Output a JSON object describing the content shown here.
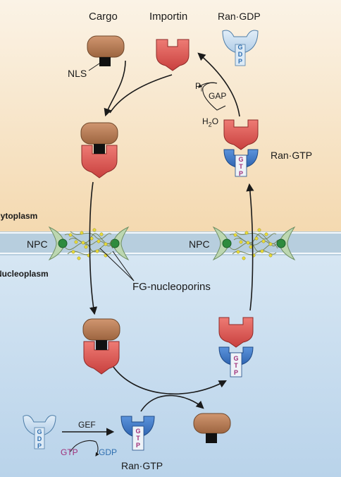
{
  "labels": {
    "cargo": "Cargo",
    "importin": "Importin",
    "ran_gdp_top": "Ran·GDP",
    "nls": "NLS",
    "pi": "P",
    "pi_sub": "i",
    "gap": "GAP",
    "h2o": "H",
    "h2o_sub": "2",
    "h2o_end": "O",
    "ran_gtp_right": "Ran·GTP",
    "cytoplasm": "Cytoplasm",
    "nucleoplasm": "Nucleoplasm",
    "npc_left": "NPC",
    "npc_right": "NPC",
    "fg_nucleoporins": "FG-nucleoporins",
    "gef": "GEF",
    "gtp_bottom": "GTP",
    "gdp_bottom": "GDP",
    "ran_gtp_bottom": "Ran·GTP"
  },
  "nucleotide_letters": {
    "gdp": [
      "G",
      "D",
      "P"
    ],
    "gtp": [
      "G",
      "T",
      "P"
    ]
  },
  "colors": {
    "cytoplasm_top": "#fbf3e6",
    "cytoplasm_bottom": "#f4d9b0",
    "nucleus_top": "#d6e6f3",
    "nucleus_bottom": "#b9d3ea",
    "membrane": "#b7cede",
    "cargo": "#b97d55",
    "importin": "#dd5a58",
    "ran_gtp": "#3f78c6",
    "ran_gdp": "#c2dbee",
    "gdp_text": "#2f6fb0",
    "gtp_text": "#a0307a",
    "npc_green": "#2e8b3e"
  }
}
